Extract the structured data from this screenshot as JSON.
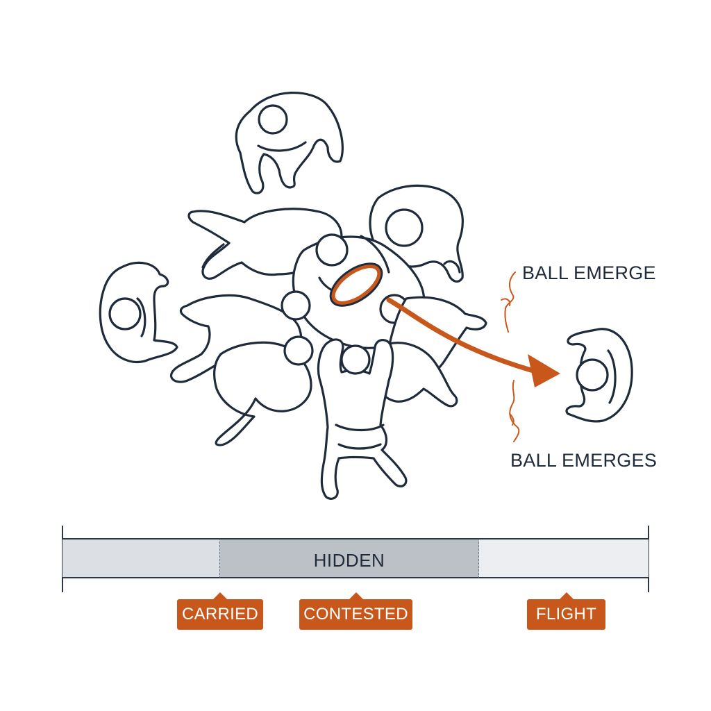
{
  "callouts": {
    "top": "BALL EMERGE",
    "bottom": "BALL EMERGES"
  },
  "timeline": {
    "hidden_label": "HIDDEN",
    "phases": {
      "carried": "CARRIED",
      "contested": "CONTESTED",
      "flight": "FLIGHT"
    }
  },
  "colors": {
    "ink": "#1f2a3a",
    "accent": "#c8571b",
    "track_light": "#dcdfe4",
    "track_hidden": "#bcc0c7",
    "track_right": "#eceef1"
  }
}
